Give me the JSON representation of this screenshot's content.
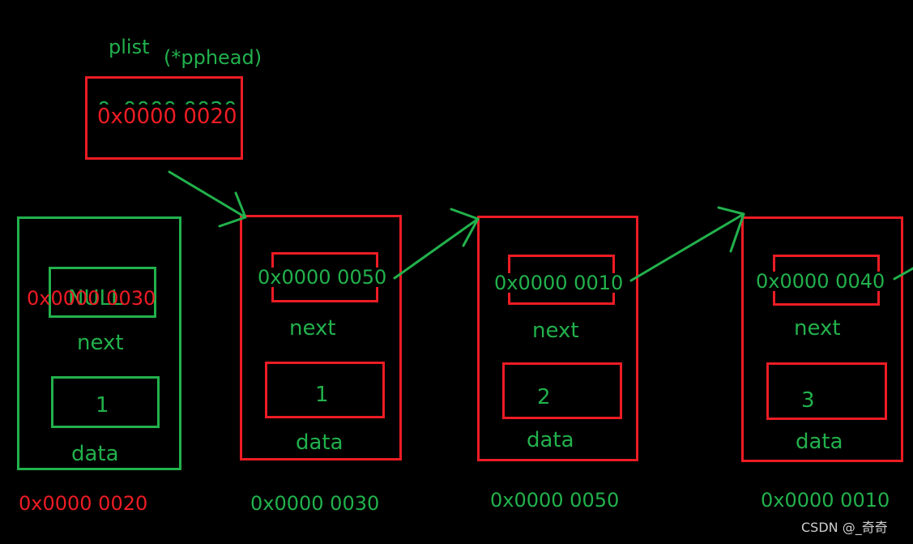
{
  "colors": {
    "green": "#22b14c",
    "red": "#ed1c24",
    "background": "#000000",
    "watermark": "#cfcfcf"
  },
  "labels": {
    "plist": "plist",
    "pphead": "(*pphead)",
    "pphead_value": "0x0000 0020",
    "pphead_value_shadow": "0x0000 0020"
  },
  "nodes": [
    {
      "next_value": "0x0000 0030",
      "next_overlap_text": "NULL",
      "next_label": "next",
      "data_value": "1",
      "data_label": "data",
      "address": "0x0000 0020"
    },
    {
      "next_value": "0x0000 0050",
      "next_label": "next",
      "data_value": "1",
      "data_label": "data",
      "address": "0x0000 0030"
    },
    {
      "next_value": "0x0000 0010",
      "next_label": "next",
      "data_value": "2",
      "data_label": "data",
      "address": "0x0000 0050"
    },
    {
      "next_value": "0x0000 0040",
      "next_label": "next",
      "data_value": "3",
      "data_label": "data",
      "address": "0x0000 0010"
    }
  ],
  "watermark": "CSDN @_奇奇"
}
